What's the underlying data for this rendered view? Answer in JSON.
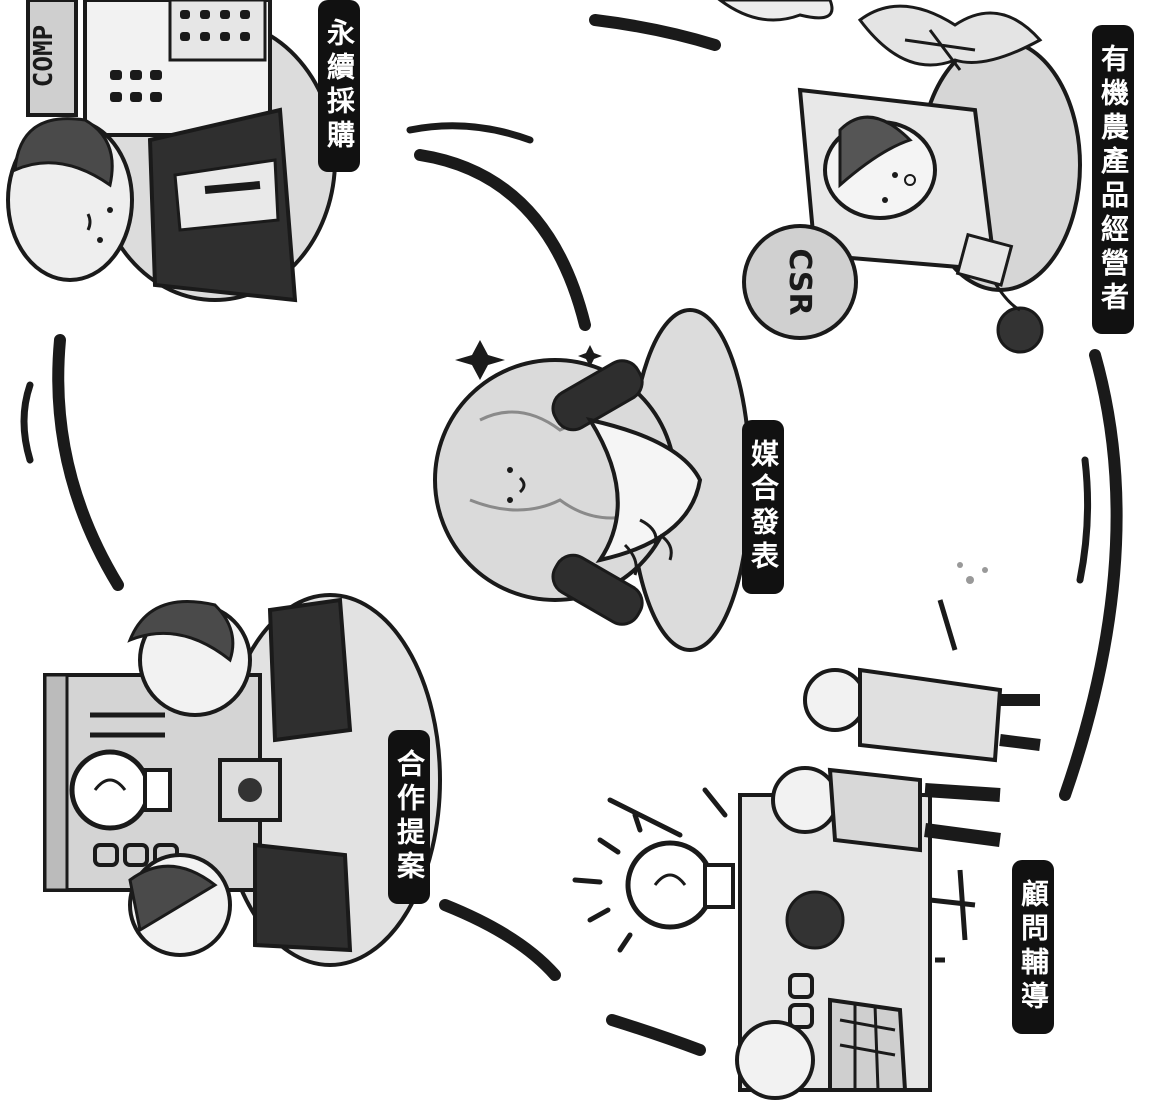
{
  "stages": {
    "sustainable_procurement": "永續採購",
    "organic_operator": "有機農產品經營者",
    "matching_release": "媒合發表",
    "cooperation_proposal": "合作提案",
    "consulting_guidance": "顧問輔導"
  },
  "icons": {
    "csr_badge": "CSR",
    "building_sign": "COMP"
  }
}
